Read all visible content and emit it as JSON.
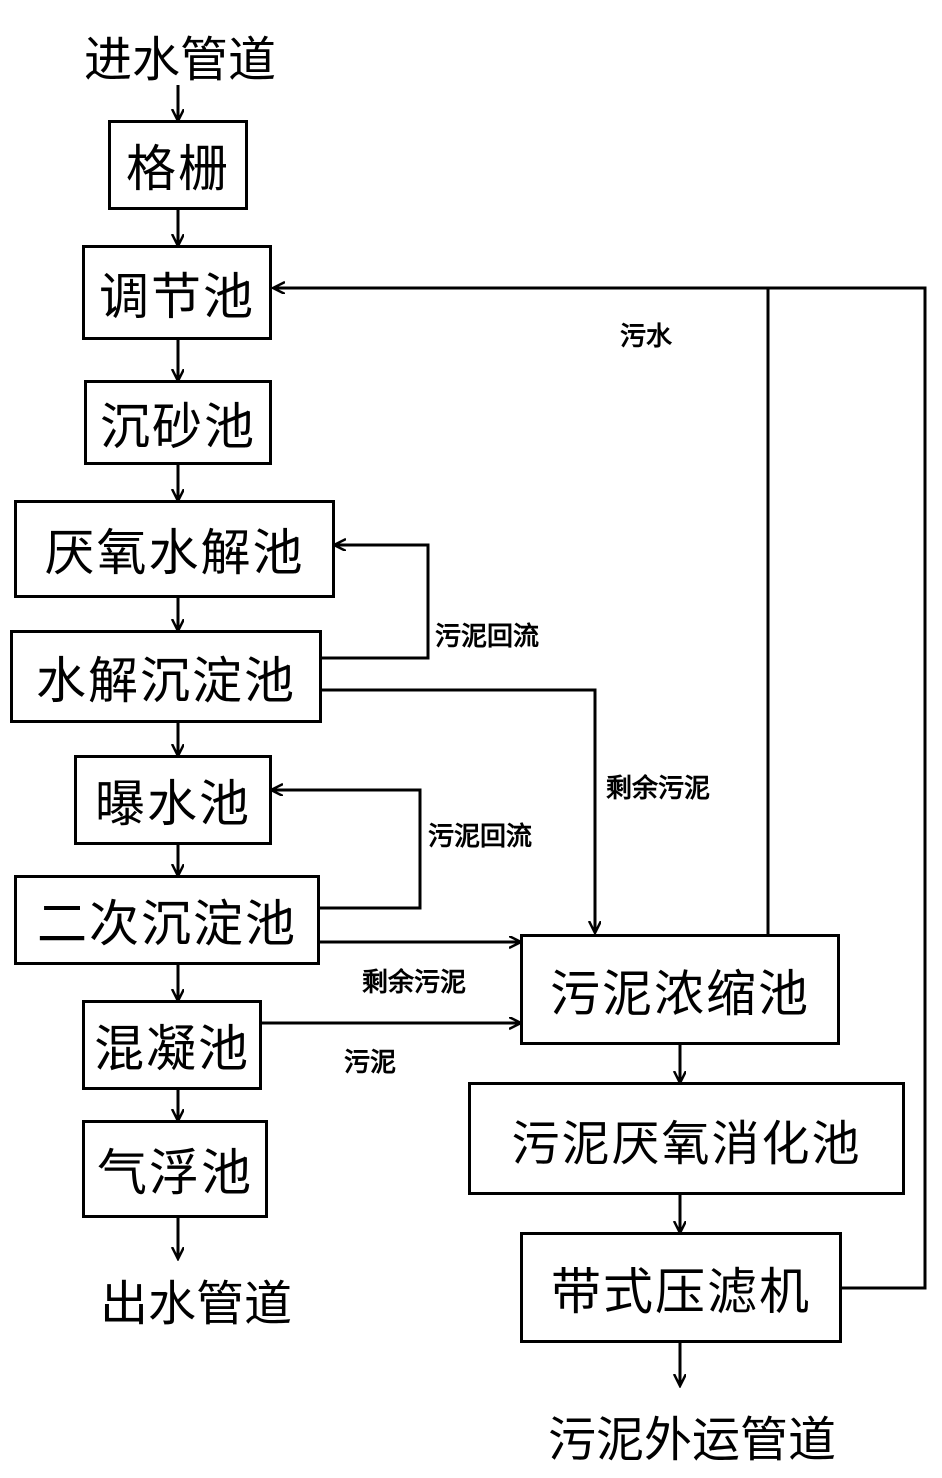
{
  "left_chain": {
    "inlet": "进水管道",
    "screen": "格栅",
    "equalization": "调节池",
    "grit": "沉砂池",
    "anaerobic_hydrolysis": "厌氧水解池",
    "hydrolysis_settling": "水解沉淀池",
    "aeration": "曝水池",
    "secondary_settling": "二次沉淀池",
    "coagulation": "混凝池",
    "flotation": "气浮池",
    "outlet": "出水管道"
  },
  "right_chain": {
    "thickener": "污泥浓缩池",
    "digester": "污泥厌氧消化池",
    "filter_press": "带式压滤机",
    "sludge_outlet": "污泥外运管道"
  },
  "flow_labels": {
    "wastewater": "污水",
    "return_sludge_1": "污泥回流",
    "excess_sludge_1": "剩余污泥",
    "return_sludge_2": "污泥回流",
    "excess_sludge_2": "剩余污泥",
    "sludge": "污泥"
  }
}
